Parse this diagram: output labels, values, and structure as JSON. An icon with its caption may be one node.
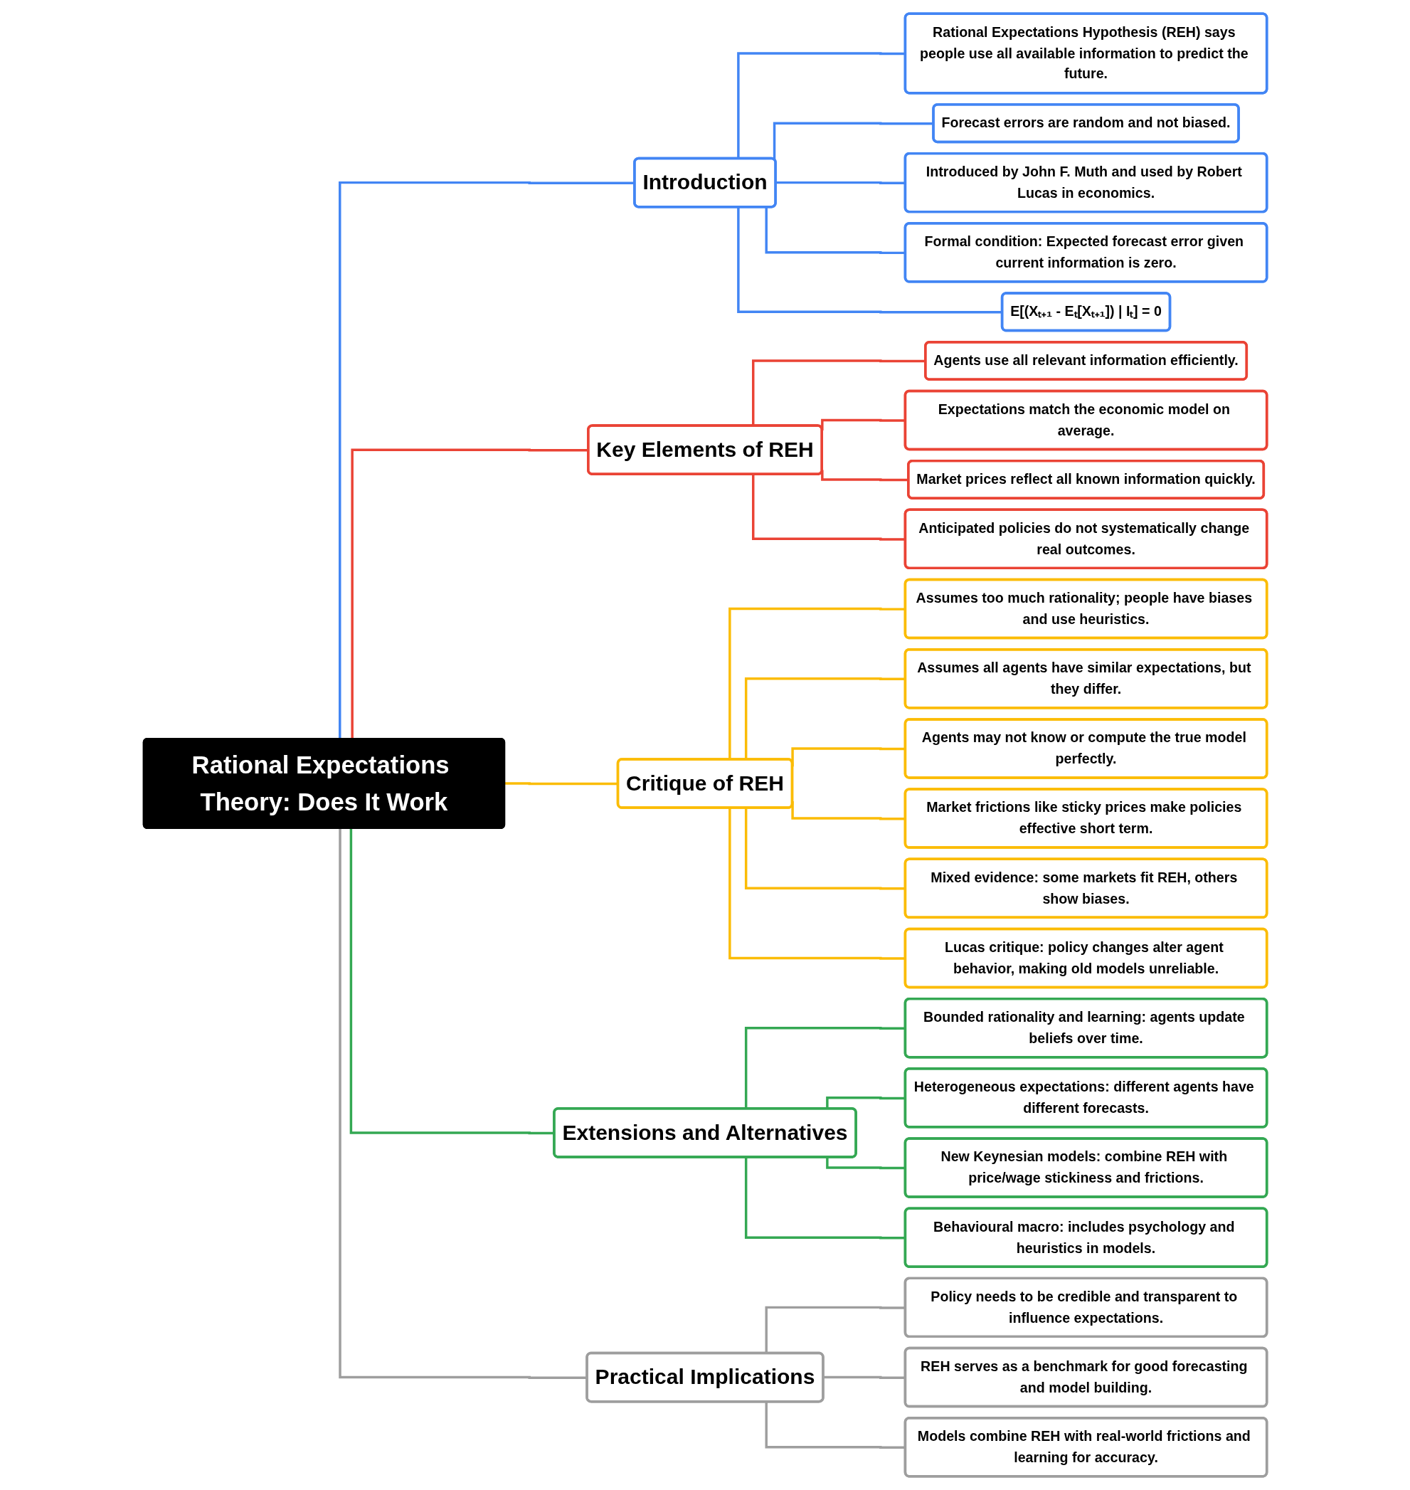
{
  "diagram": {
    "nodes": [
      {
        "text": [
          "Rational Expectations Theory: Does It Work"
        ]
      },
      {
        "text": [
          "Introduction"
        ]
      },
      {
        "text": [
          "Rational Expectations Hypothesis (REH) says people use all available information to predict the future."
        ]
      },
      {
        "text": [
          "Forecast errors are random and not biased."
        ]
      },
      {
        "text": [
          "Introduced by John F. Muth and used by Robert Lucas in economics."
        ]
      },
      {
        "text": [
          "Formal condition: Expected forecast error given current information is zero."
        ]
      },
      {
        "text": [
          "E[(Xₜ₊₁ - Eₜ[Xₜ₊₁]) | Iₜ] = 0"
        ]
      },
      {
        "text": [
          "Key Elements of REH"
        ]
      },
      {
        "text": [
          "Agents use all relevant information efficiently."
        ]
      },
      {
        "text": [
          "Expectations match the economic model on average."
        ]
      },
      {
        "text": [
          "Market prices reflect all known information quickly."
        ]
      },
      {
        "text": [
          "Anticipated policies do not systematically change real outcomes."
        ]
      },
      {
        "text": [
          "Critique of REH"
        ]
      },
      {
        "text": [
          "Assumes too much rationality; people have biases and use heuristics."
        ]
      },
      {
        "text": [
          "Assumes all agents have similar expectations, but they differ."
        ]
      },
      {
        "text": [
          "Agents may not know or compute the true model perfectly."
        ]
      },
      {
        "text": [
          "Market frictions like sticky prices make policies effective short term."
        ]
      },
      {
        "text": [
          "Mixed evidence: some markets fit REH, others show biases."
        ]
      },
      {
        "text": [
          "Lucas critique: policy changes alter agent behavior, making old models unreliable."
        ]
      },
      {
        "text": [
          "Extensions and Alternatives"
        ]
      },
      {
        "text": [
          "Bounded rationality and learning: agents update beliefs over time."
        ]
      },
      {
        "text": [
          "Heterogeneous expectations: different agents have different forecasts."
        ]
      },
      {
        "text": [
          "New Keynesian models: combine REH with price/wage stickiness and frictions."
        ]
      },
      {
        "text": [
          "Behavioural macro: includes psychology and heuristics in models."
        ]
      },
      {
        "text": [
          "Practical Implications"
        ]
      },
      {
        "text": [
          "Policy needs to be credible and transparent to influence expectations."
        ]
      },
      {
        "text": [
          "REH serves as a benchmark for good forecasting and model building."
        ]
      },
      {
        "text": [
          "Models combine REH with real-world frictions and learning for accuracy."
        ]
      }
    ],
    "edges": [
      {
        "from": 0,
        "to": 1,
        "arrow": "none",
        "color": "#4285f4"
      },
      {
        "from": 1,
        "to": 2,
        "arrow": "none",
        "color": "#4285f4"
      },
      {
        "from": 1,
        "to": 3,
        "arrow": "none",
        "color": "#4285f4"
      },
      {
        "from": 1,
        "to": 4,
        "arrow": "none",
        "color": "#4285f4"
      },
      {
        "from": 1,
        "to": 5,
        "arrow": "none",
        "color": "#4285f4"
      },
      {
        "from": 1,
        "to": 6,
        "arrow": "none",
        "color": "#4285f4"
      },
      {
        "from": 0,
        "to": 7,
        "arrow": "none",
        "color": "#ea4335"
      },
      {
        "from": 7,
        "to": 8,
        "arrow": "none",
        "color": "#ea4335"
      },
      {
        "from": 7,
        "to": 9,
        "arrow": "none",
        "color": "#ea4335"
      },
      {
        "from": 7,
        "to": 10,
        "arrow": "none",
        "color": "#ea4335"
      },
      {
        "from": 7,
        "to": 11,
        "arrow": "none",
        "color": "#ea4335"
      },
      {
        "from": 0,
        "to": 12,
        "arrow": "none",
        "color": "#fbbc05"
      },
      {
        "from": 12,
        "to": 13,
        "arrow": "none",
        "color": "#fbbc05"
      },
      {
        "from": 12,
        "to": 14,
        "arrow": "none",
        "color": "#fbbc05"
      },
      {
        "from": 12,
        "to": 15,
        "arrow": "none",
        "color": "#fbbc05"
      },
      {
        "from": 12,
        "to": 16,
        "arrow": "none",
        "color": "#fbbc05"
      },
      {
        "from": 12,
        "to": 17,
        "arrow": "none",
        "color": "#fbbc05"
      },
      {
        "from": 12,
        "to": 18,
        "arrow": "none",
        "color": "#fbbc05"
      },
      {
        "from": 0,
        "to": 19,
        "arrow": "none",
        "color": "#34a853"
      },
      {
        "from": 19,
        "to": 20,
        "arrow": "none",
        "color": "#34a853"
      },
      {
        "from": 19,
        "to": 21,
        "arrow": "none",
        "color": "#34a853"
      },
      {
        "from": 19,
        "to": 22,
        "arrow": "none",
        "color": "#34a853"
      },
      {
        "from": 19,
        "to": 23,
        "arrow": "none",
        "color": "#34a853"
      },
      {
        "from": 0,
        "to": 24,
        "arrow": "none",
        "color": "#9e9e9e"
      },
      {
        "from": 24,
        "to": 25,
        "arrow": "none",
        "color": "#9e9e9e"
      },
      {
        "from": 24,
        "to": 26,
        "arrow": "none",
        "color": "#9e9e9e"
      },
      {
        "from": 24,
        "to": 27,
        "arrow": "none",
        "color": "#9e9e9e"
      }
    ]
  }
}
